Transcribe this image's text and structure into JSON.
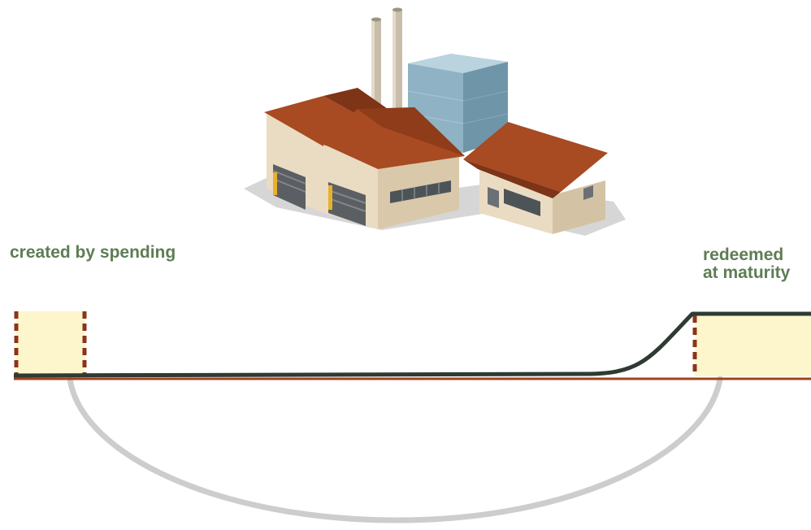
{
  "labels": {
    "left": "created by spending",
    "right_line1": "redeemed",
    "right_line2": "at maturity"
  },
  "colors": {
    "label_text": "#5e7d54",
    "ground_line": "#a0421e",
    "timeline": "#2f3a33",
    "box_fill": "#fdf6cd",
    "dash_stroke": "#8b3418",
    "arc": "#cdcdcd",
    "roof": "#a84a22",
    "roof_dark": "#7e3416",
    "wall": "#eadcc2",
    "wall_shade": "#d3c3a4",
    "glass": "#8fb3c4",
    "glass_dark": "#6f95a8",
    "chimney": "#c4b9a5",
    "shadow": "#c9c9c9"
  },
  "icons": {
    "factory": "factory-icon"
  }
}
